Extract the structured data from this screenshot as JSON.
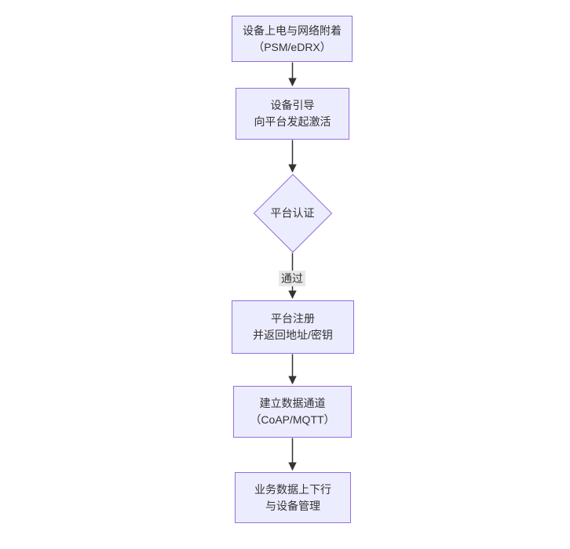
{
  "diagram": {
    "type": "flowchart-top-down",
    "colors": {
      "background": "#ffffff",
      "node_fill": "#ececff",
      "node_border": "#9370db",
      "arrow": "#333333",
      "text": "#333333",
      "edge_label_bg": "#e8e8e8"
    },
    "nodes": [
      {
        "id": "A",
        "shape": "rect",
        "lines": [
          "设备上电与网络附着",
          "（PSM/eDRX）"
        ]
      },
      {
        "id": "B",
        "shape": "rect",
        "lines": [
          "设备引导",
          "向平台发起激活"
        ]
      },
      {
        "id": "C",
        "shape": "diamond",
        "lines": [
          "平台认证"
        ]
      },
      {
        "id": "D",
        "shape": "rect",
        "lines": [
          "平台注册",
          "并返回地址/密钥"
        ]
      },
      {
        "id": "E",
        "shape": "rect",
        "lines": [
          "建立数据通道",
          "（CoAP/MQTT）"
        ]
      },
      {
        "id": "F",
        "shape": "rect",
        "lines": [
          "业务数据上下行",
          "与设备管理"
        ]
      }
    ],
    "edges": [
      {
        "from": "A",
        "to": "B",
        "label": ""
      },
      {
        "from": "B",
        "to": "C",
        "label": ""
      },
      {
        "from": "C",
        "to": "D",
        "label": "通过"
      },
      {
        "from": "D",
        "to": "E",
        "label": ""
      },
      {
        "from": "E",
        "to": "F",
        "label": ""
      }
    ]
  }
}
